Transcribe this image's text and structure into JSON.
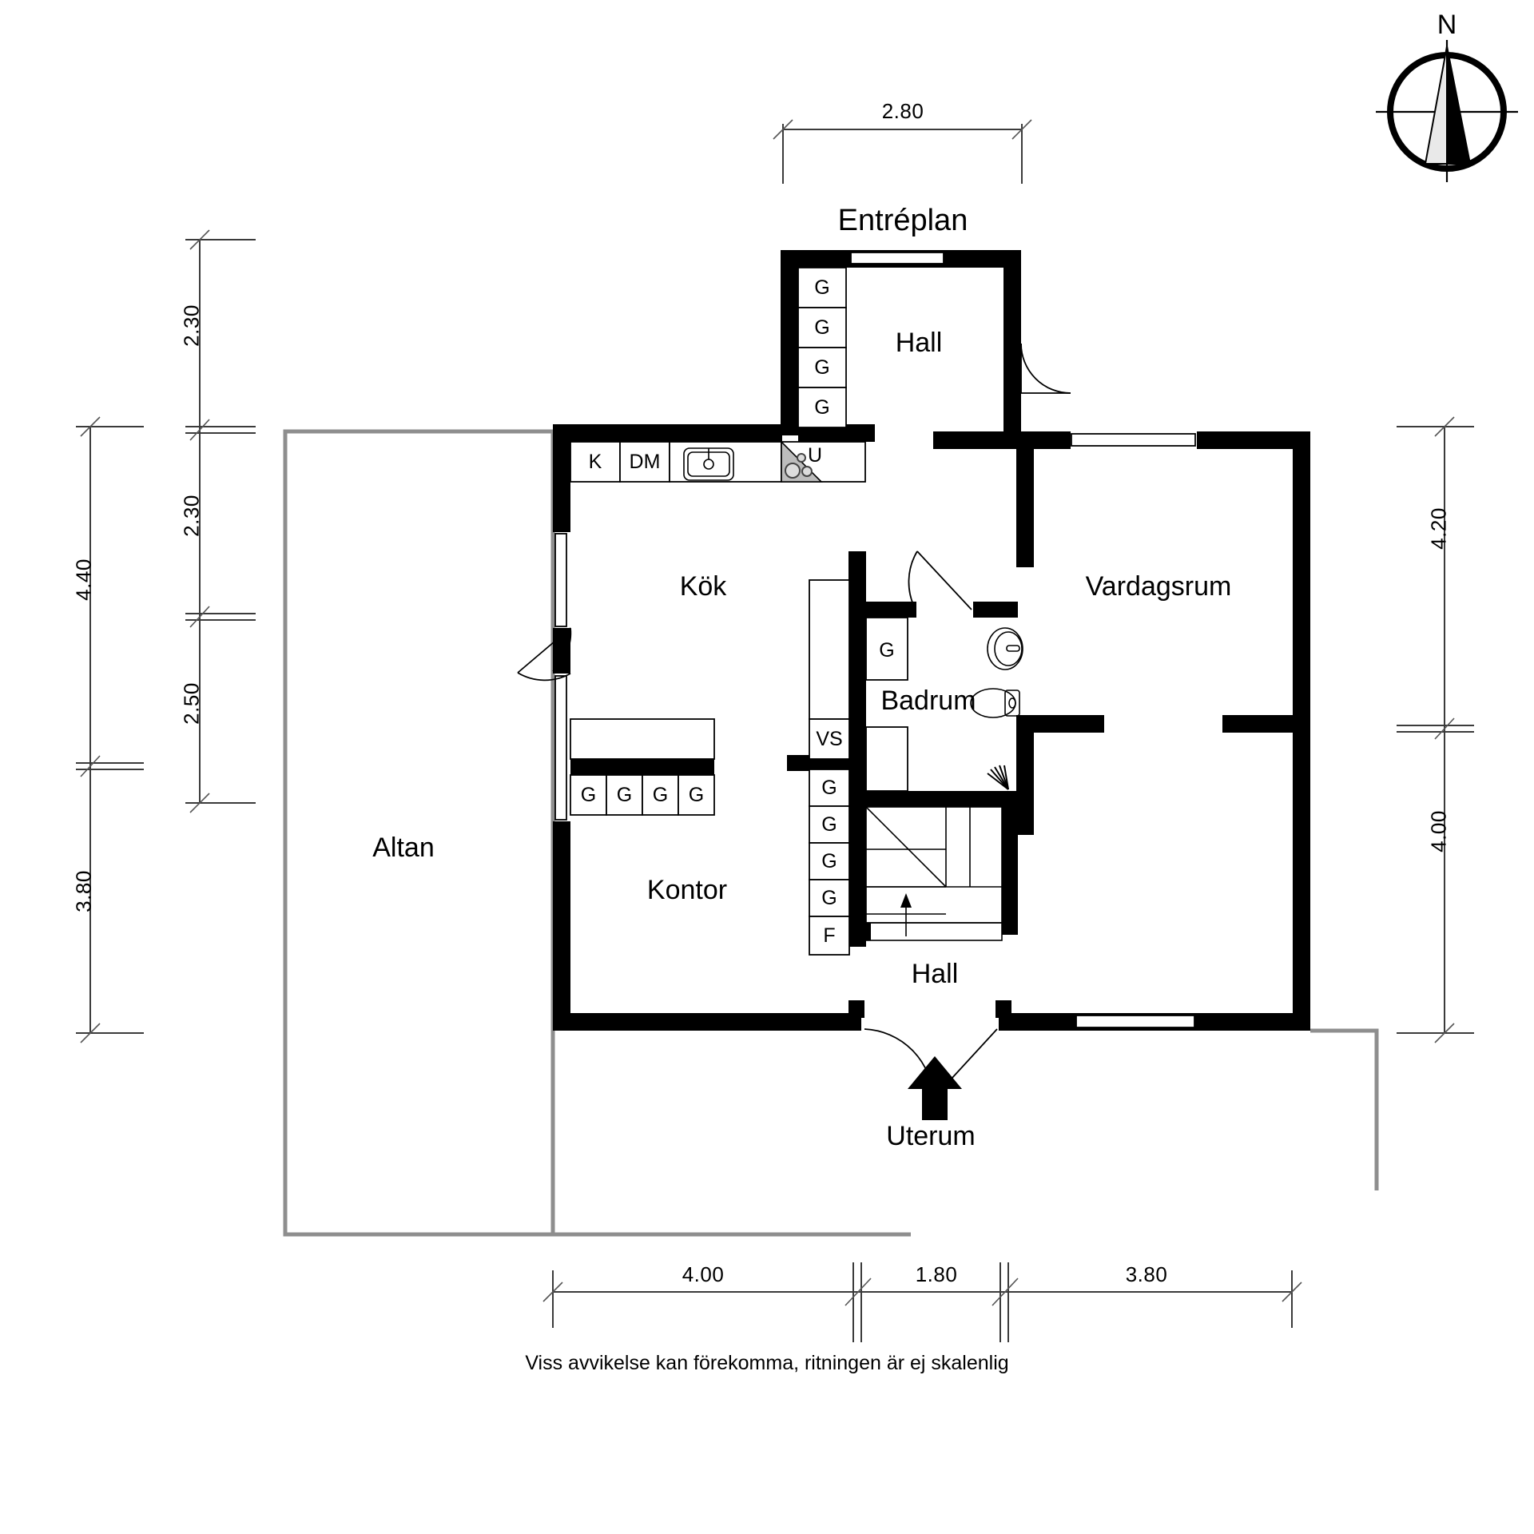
{
  "title": "Entréplan",
  "caption": "Viss avvikelse kan förekomma, ritningen är ej skalenlig",
  "compass": {
    "north_label": "N"
  },
  "rooms": [
    {
      "id": "hall-top",
      "label": "Hall"
    },
    {
      "id": "vardagsrum",
      "label": "Vardagsrum"
    },
    {
      "id": "kok",
      "label": "Kök"
    },
    {
      "id": "badrum",
      "label": "Badrum"
    },
    {
      "id": "kontor",
      "label": "Kontor"
    },
    {
      "id": "hall-bottom",
      "label": "Hall"
    },
    {
      "id": "altan",
      "label": "Altan"
    },
    {
      "id": "uterum",
      "label": "Uterum"
    }
  ],
  "fixtures": {
    "kitchen_units": [
      "K",
      "DM"
    ],
    "entry_closets": [
      "G",
      "G",
      "G",
      "G"
    ],
    "office_closets": [
      "G",
      "G",
      "G",
      "G"
    ],
    "bath_closet": "G",
    "stair_column": [
      "VS",
      "G",
      "G",
      "G",
      "G",
      "F"
    ],
    "oven_label": "U",
    "sink": "sink-icon",
    "stove": "stove-icon",
    "wc": "toilet-icon",
    "washbasin": "washbasin-icon",
    "shower": "shower-icon"
  },
  "dimensions": {
    "top": [
      {
        "value": "2.80"
      }
    ],
    "left_outer": [
      {
        "value": "4.40"
      },
      {
        "value": "3.80"
      }
    ],
    "left_inner": [
      {
        "value": "2.30"
      },
      {
        "value": "2.30"
      },
      {
        "value": "2.50"
      }
    ],
    "right": [
      {
        "value": "4.20"
      },
      {
        "value": "4.00"
      }
    ],
    "bottom": [
      {
        "value": "4.00"
      },
      {
        "value": "1.80"
      },
      {
        "value": "3.80"
      }
    ]
  },
  "colors": {
    "wall": "#000000",
    "outline_gray": "#8e8e8e",
    "dimension": "#3b3b3b",
    "background": "#ffffff"
  }
}
